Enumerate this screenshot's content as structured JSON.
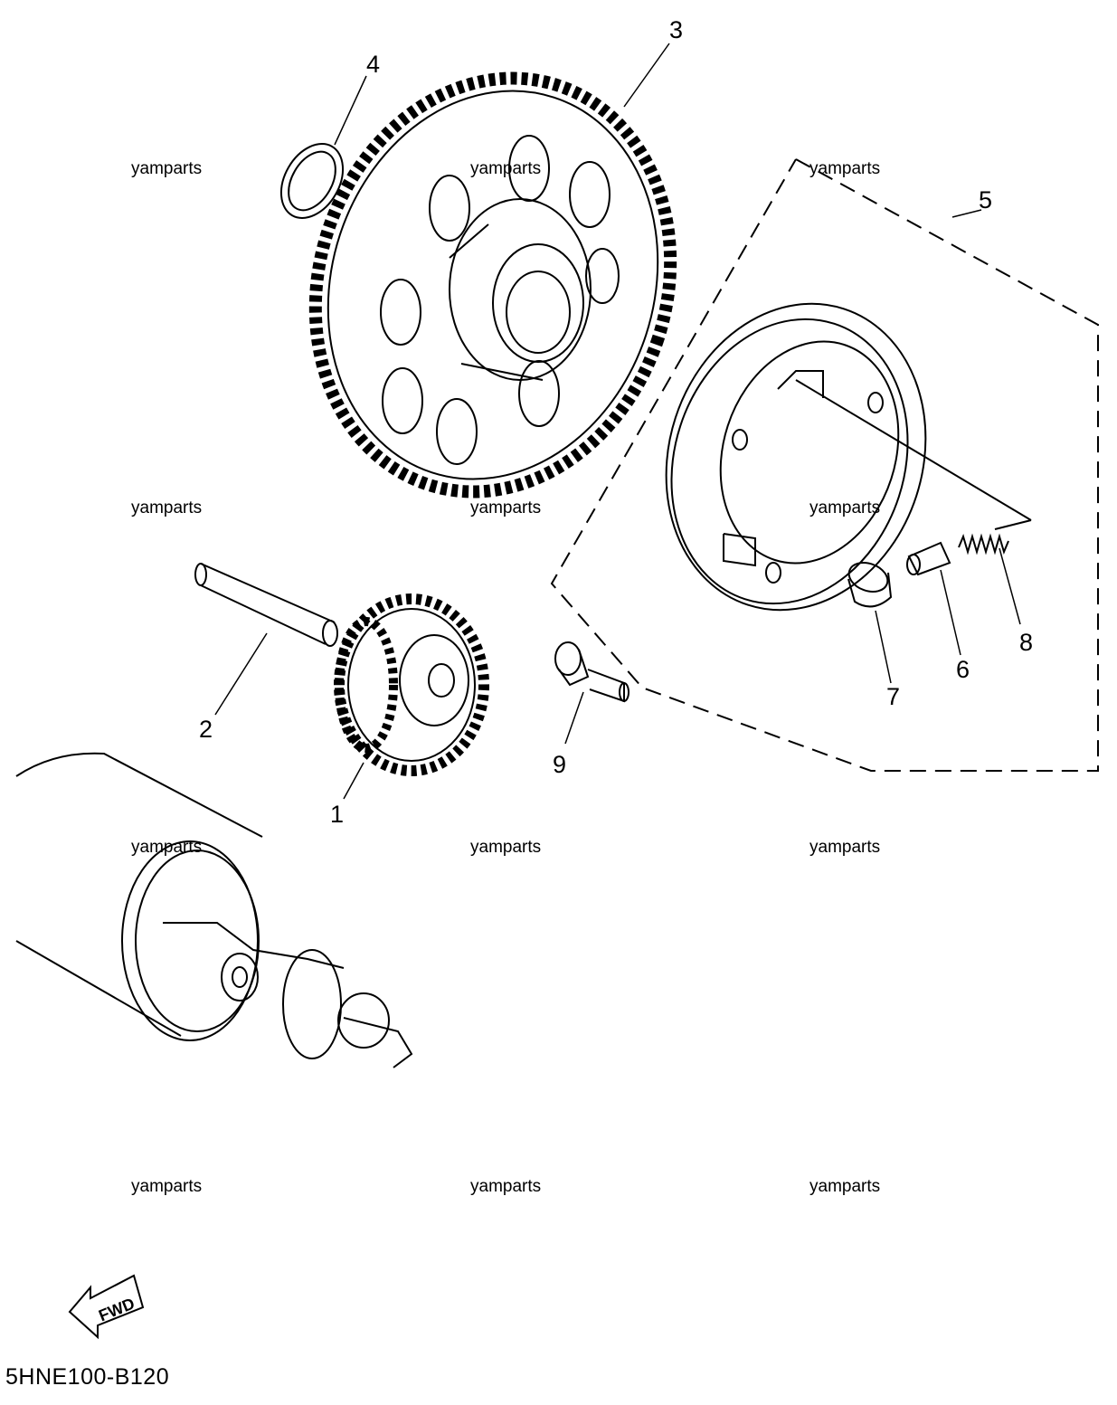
{
  "watermark": "yamparts",
  "callouts": {
    "c1": "1",
    "c2": "2",
    "c3": "3",
    "c4": "4",
    "c5": "5",
    "c6": "6",
    "c7": "7",
    "c8": "8",
    "c9": "9"
  },
  "fwd_label": "FWD",
  "diagram_code": "5HNE100-B120"
}
